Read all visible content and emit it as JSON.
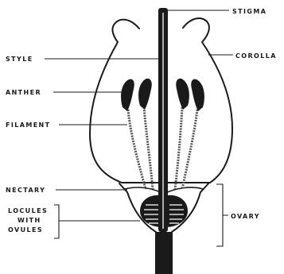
{
  "labels": {
    "stigma": "STIGMA",
    "style": "STYLE",
    "corolla": "COROLLA",
    "anther": "ANTHER",
    "filament": "FILAMENT",
    "nectary": "NECTARY",
    "locules_line1": "LOCULES",
    "locules_line2": "WITH",
    "locules_line3": "OVULES",
    "ovary": "OVARY"
  },
  "colors": {
    "ink": "#1a1a1a",
    "background": "#ffffff"
  }
}
